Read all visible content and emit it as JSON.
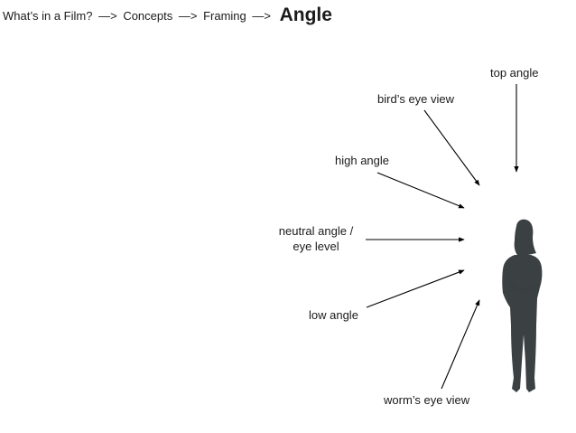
{
  "breadcrumb": {
    "items": [
      "What’s in a Film?",
      "Concepts",
      "Framing"
    ],
    "separator": "—>",
    "current": "Angle"
  },
  "labels": {
    "top_angle": "top angle",
    "birds_eye_view": "bird’s eye view",
    "high_angle": "high angle",
    "neutral_line1": "neutral angle /",
    "neutral_line2": "eye level",
    "low_angle": "low angle",
    "worms_eye_view": "worm’s eye view"
  },
  "colors": {
    "text": "#1a1a1a",
    "arrow": "#000000",
    "silhouette": "#3b4042"
  },
  "icons": {
    "figure": "person-silhouette-icon"
  }
}
